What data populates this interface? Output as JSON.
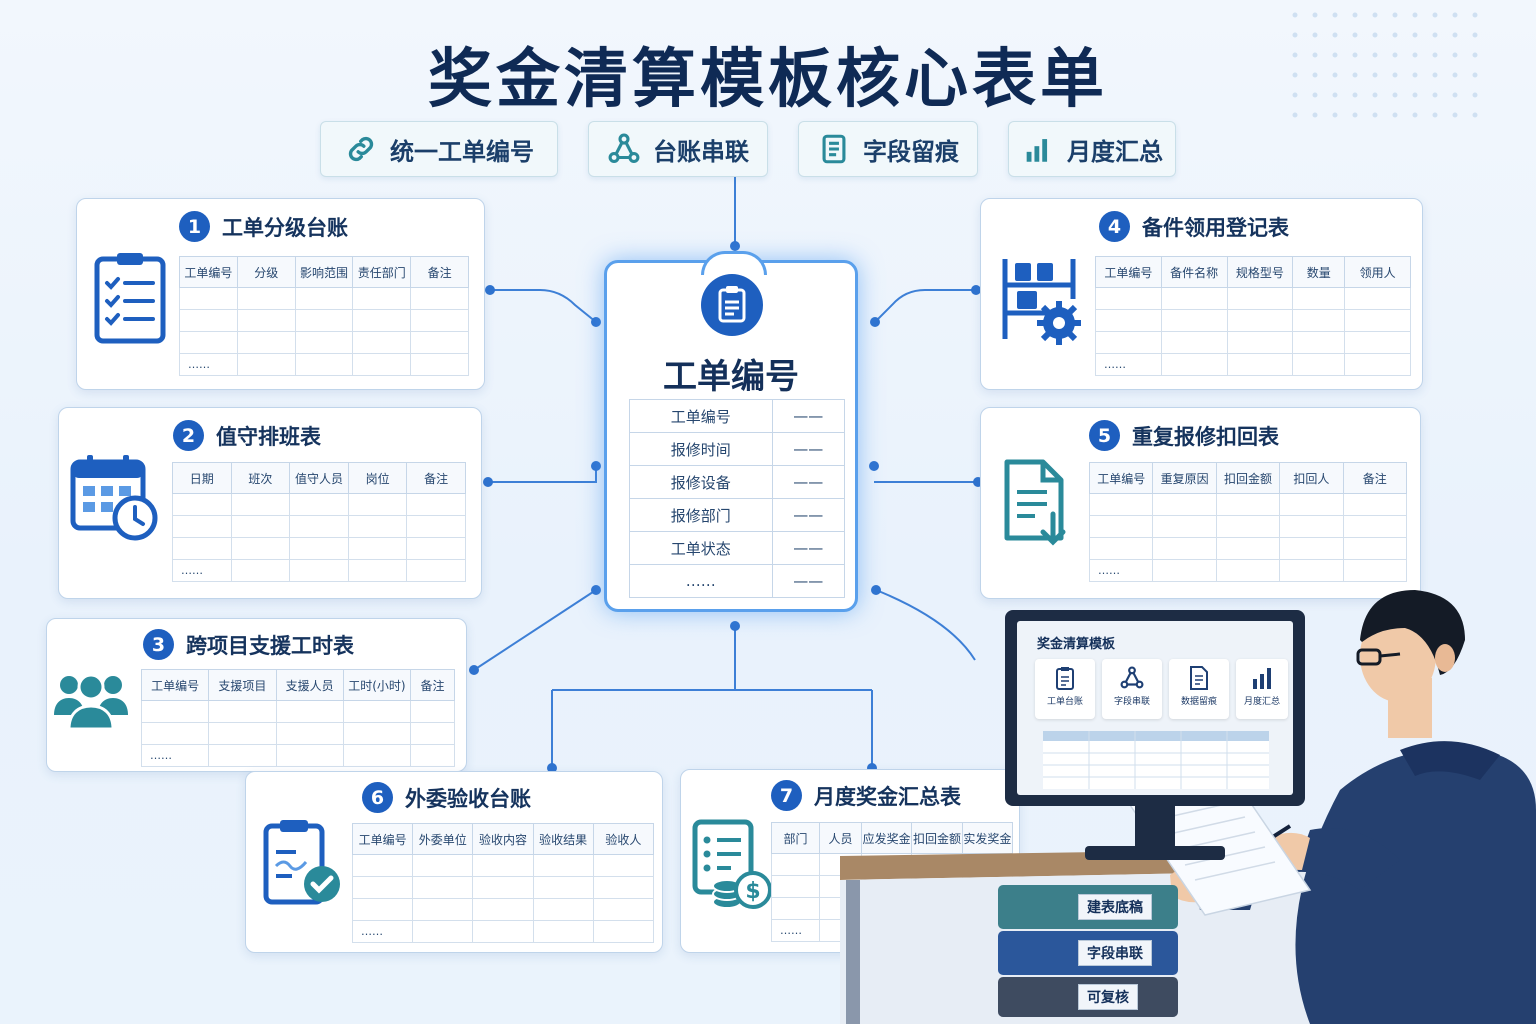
{
  "title": "奖金清算模板核心表单",
  "pills": [
    {
      "label": "统一工单编号",
      "icon": "link-icon"
    },
    {
      "label": "台账串联",
      "icon": "network-icon"
    },
    {
      "label": "字段留痕",
      "icon": "document-icon"
    },
    {
      "label": "月度汇总",
      "icon": "bar-chart-icon"
    }
  ],
  "center": {
    "title": "工单编号",
    "rows": [
      {
        "field": "工单编号",
        "value": "——"
      },
      {
        "field": "报修时间",
        "value": "——"
      },
      {
        "field": "报修设备",
        "value": "——"
      },
      {
        "field": "报修部门",
        "value": "——"
      },
      {
        "field": "工单状态",
        "value": "——"
      },
      {
        "field": "……",
        "value": "——"
      }
    ]
  },
  "cards": [
    {
      "num": "1",
      "title": "工单分级台账",
      "columns": [
        "工单编号",
        "分级",
        "影响范围",
        "责任部门",
        "备注"
      ],
      "more": "……"
    },
    {
      "num": "2",
      "title": "值守排班表",
      "columns": [
        "日期",
        "班次",
        "值守人员",
        "岗位",
        "备注"
      ],
      "more": "……"
    },
    {
      "num": "3",
      "title": "跨项目支援工时表",
      "columns": [
        "工单编号",
        "支援项目",
        "支援人员",
        "工时(小时)",
        "备注"
      ],
      "more": "……"
    },
    {
      "num": "4",
      "title": "备件领用登记表",
      "columns": [
        "工单编号",
        "备件名称",
        "规格型号",
        "数量",
        "领用人"
      ],
      "more": "……"
    },
    {
      "num": "5",
      "title": "重复报修扣回表",
      "columns": [
        "工单编号",
        "重复原因",
        "扣回金额",
        "扣回人",
        "备注"
      ],
      "more": "……"
    },
    {
      "num": "6",
      "title": "外委验收台账",
      "columns": [
        "工单编号",
        "外委单位",
        "验收内容",
        "验收结果",
        "验收人"
      ],
      "more": "……"
    },
    {
      "num": "7",
      "title": "月度奖金汇总表",
      "columns": [
        "部门",
        "人员",
        "应发奖金",
        "扣回金额",
        "实发奖金"
      ],
      "more": "……"
    }
  ],
  "monitor": {
    "title": "奖金清算模板",
    "items": [
      "工单台账",
      "字段串联",
      "数据留痕",
      "月度汇总"
    ]
  },
  "binders": [
    "建表底稿",
    "字段串联",
    "可复核"
  ],
  "colors": {
    "accent": "#1e5fbf",
    "teal": "#2a8a9a",
    "line": "#3d7fd6"
  }
}
